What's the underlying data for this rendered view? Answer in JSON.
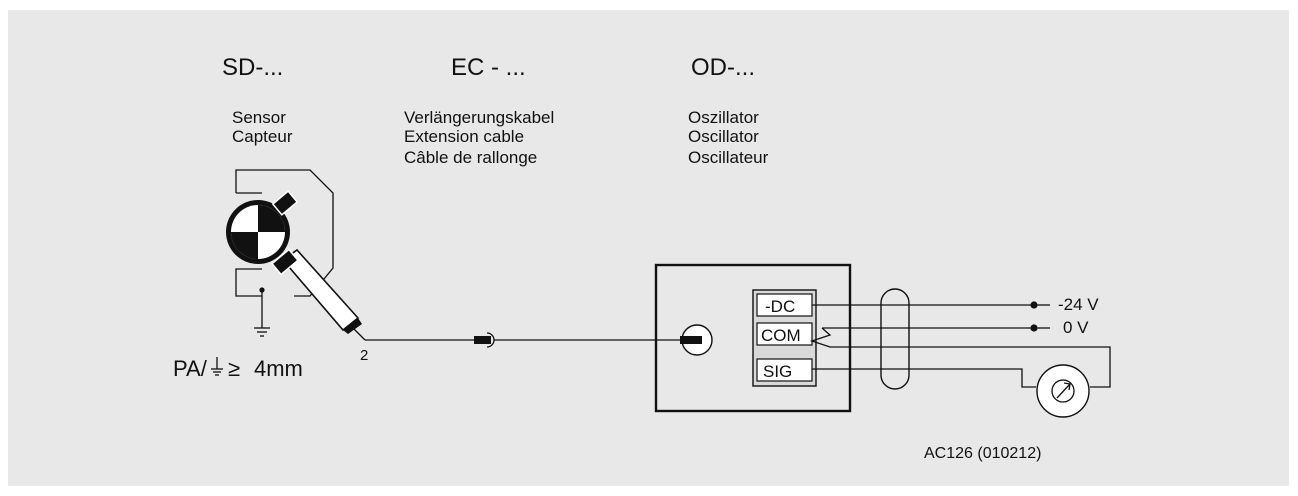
{
  "headers": {
    "sensor_code": "SD-...",
    "extension_code": "EC - ...",
    "oscillator_code": "OD-..."
  },
  "sensor_labels": [
    "Sensor",
    "Capteur"
  ],
  "extension_labels": [
    "Verlängerungskabel",
    "Extension cable",
    "Câble de rallonge"
  ],
  "oscillator_labels": [
    "Oszillator",
    "Oscillator",
    "Oscillateur"
  ],
  "ground": {
    "prefix": "PA/",
    "condition": "≥",
    "value": "4mm",
    "exponent": "2"
  },
  "terminals": [
    "-DC",
    "COM",
    "SIG"
  ],
  "supply": {
    "dc": "-24 V",
    "com": "0 V"
  },
  "reference": "AC126 (010212)",
  "colors": {
    "panel": "#e8e8e8",
    "line": "#111111",
    "terminal_fill": "#d9d9d9"
  }
}
